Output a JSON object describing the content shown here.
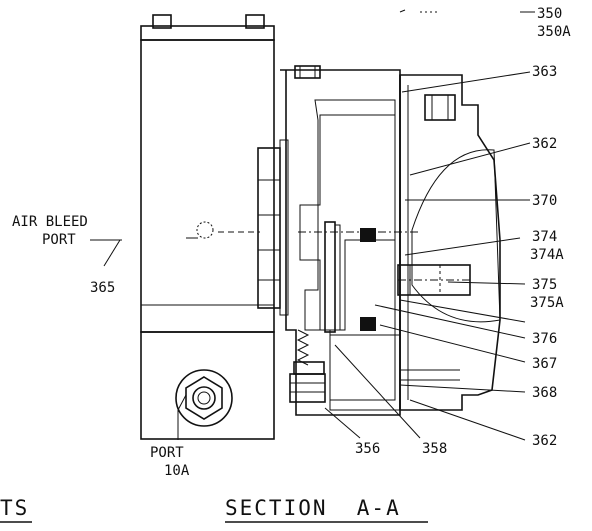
{
  "callouts": {
    "c350": "350",
    "c350a": "350A",
    "c363": "363",
    "c362_top": "362",
    "c370": "370",
    "c374": "374",
    "c374a": "374A",
    "c375": "375",
    "c375a": "375A",
    "c376": "376",
    "c367": "367",
    "c368": "368",
    "c362_bottom": "362",
    "c356": "356",
    "c358": "358",
    "c365": "365"
  },
  "port_labels": {
    "air_bleed_line1": "AIR BLEED",
    "air_bleed_line2": "PORT",
    "port_line1": "PORT",
    "port_line2": "10A"
  },
  "titles": {
    "section": "SECTION  A-A",
    "left_fragment": "TS"
  }
}
